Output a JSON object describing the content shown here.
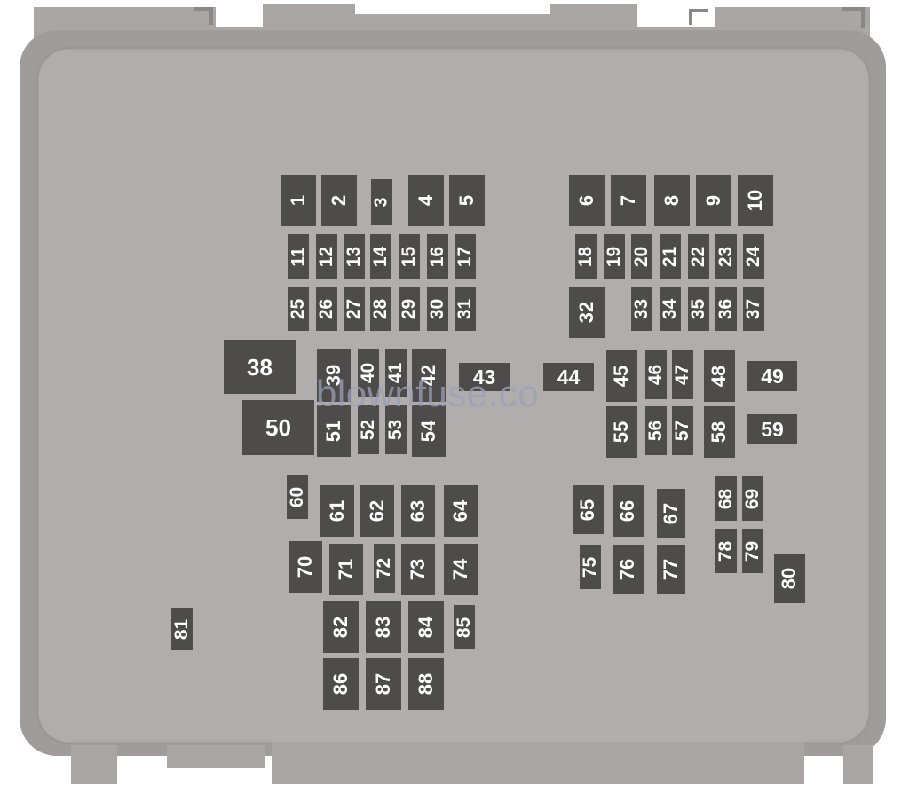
{
  "colors": {
    "housing": "#b1adad",
    "housing_edge": "#a19c9c",
    "fuse": "#4e4b4b",
    "label": "#ffffff",
    "watermark": "#9aa0b8"
  },
  "watermark": "blownfuse.co",
  "fuses": [
    "1",
    "2",
    "3",
    "4",
    "5",
    "6",
    "7",
    "8",
    "9",
    "10",
    "11",
    "12",
    "13",
    "14",
    "15",
    "16",
    "17",
    "18",
    "19",
    "20",
    "21",
    "22",
    "23",
    "24",
    "25",
    "26",
    "27",
    "28",
    "29",
    "30",
    "31",
    "32",
    "33",
    "34",
    "35",
    "36",
    "37",
    "38",
    "39",
    "40",
    "41",
    "42",
    "43",
    "44",
    "45",
    "46",
    "47",
    "48",
    "49",
    "50",
    "51",
    "52",
    "53",
    "54",
    "55",
    "56",
    "57",
    "58",
    "59",
    "60",
    "61",
    "62",
    "63",
    "64",
    "65",
    "66",
    "67",
    "68",
    "69",
    "70",
    "71",
    "72",
    "73",
    "74",
    "75",
    "76",
    "77",
    "78",
    "79",
    "80",
    "81",
    "82",
    "83",
    "84",
    "85",
    "86",
    "87",
    "88"
  ]
}
